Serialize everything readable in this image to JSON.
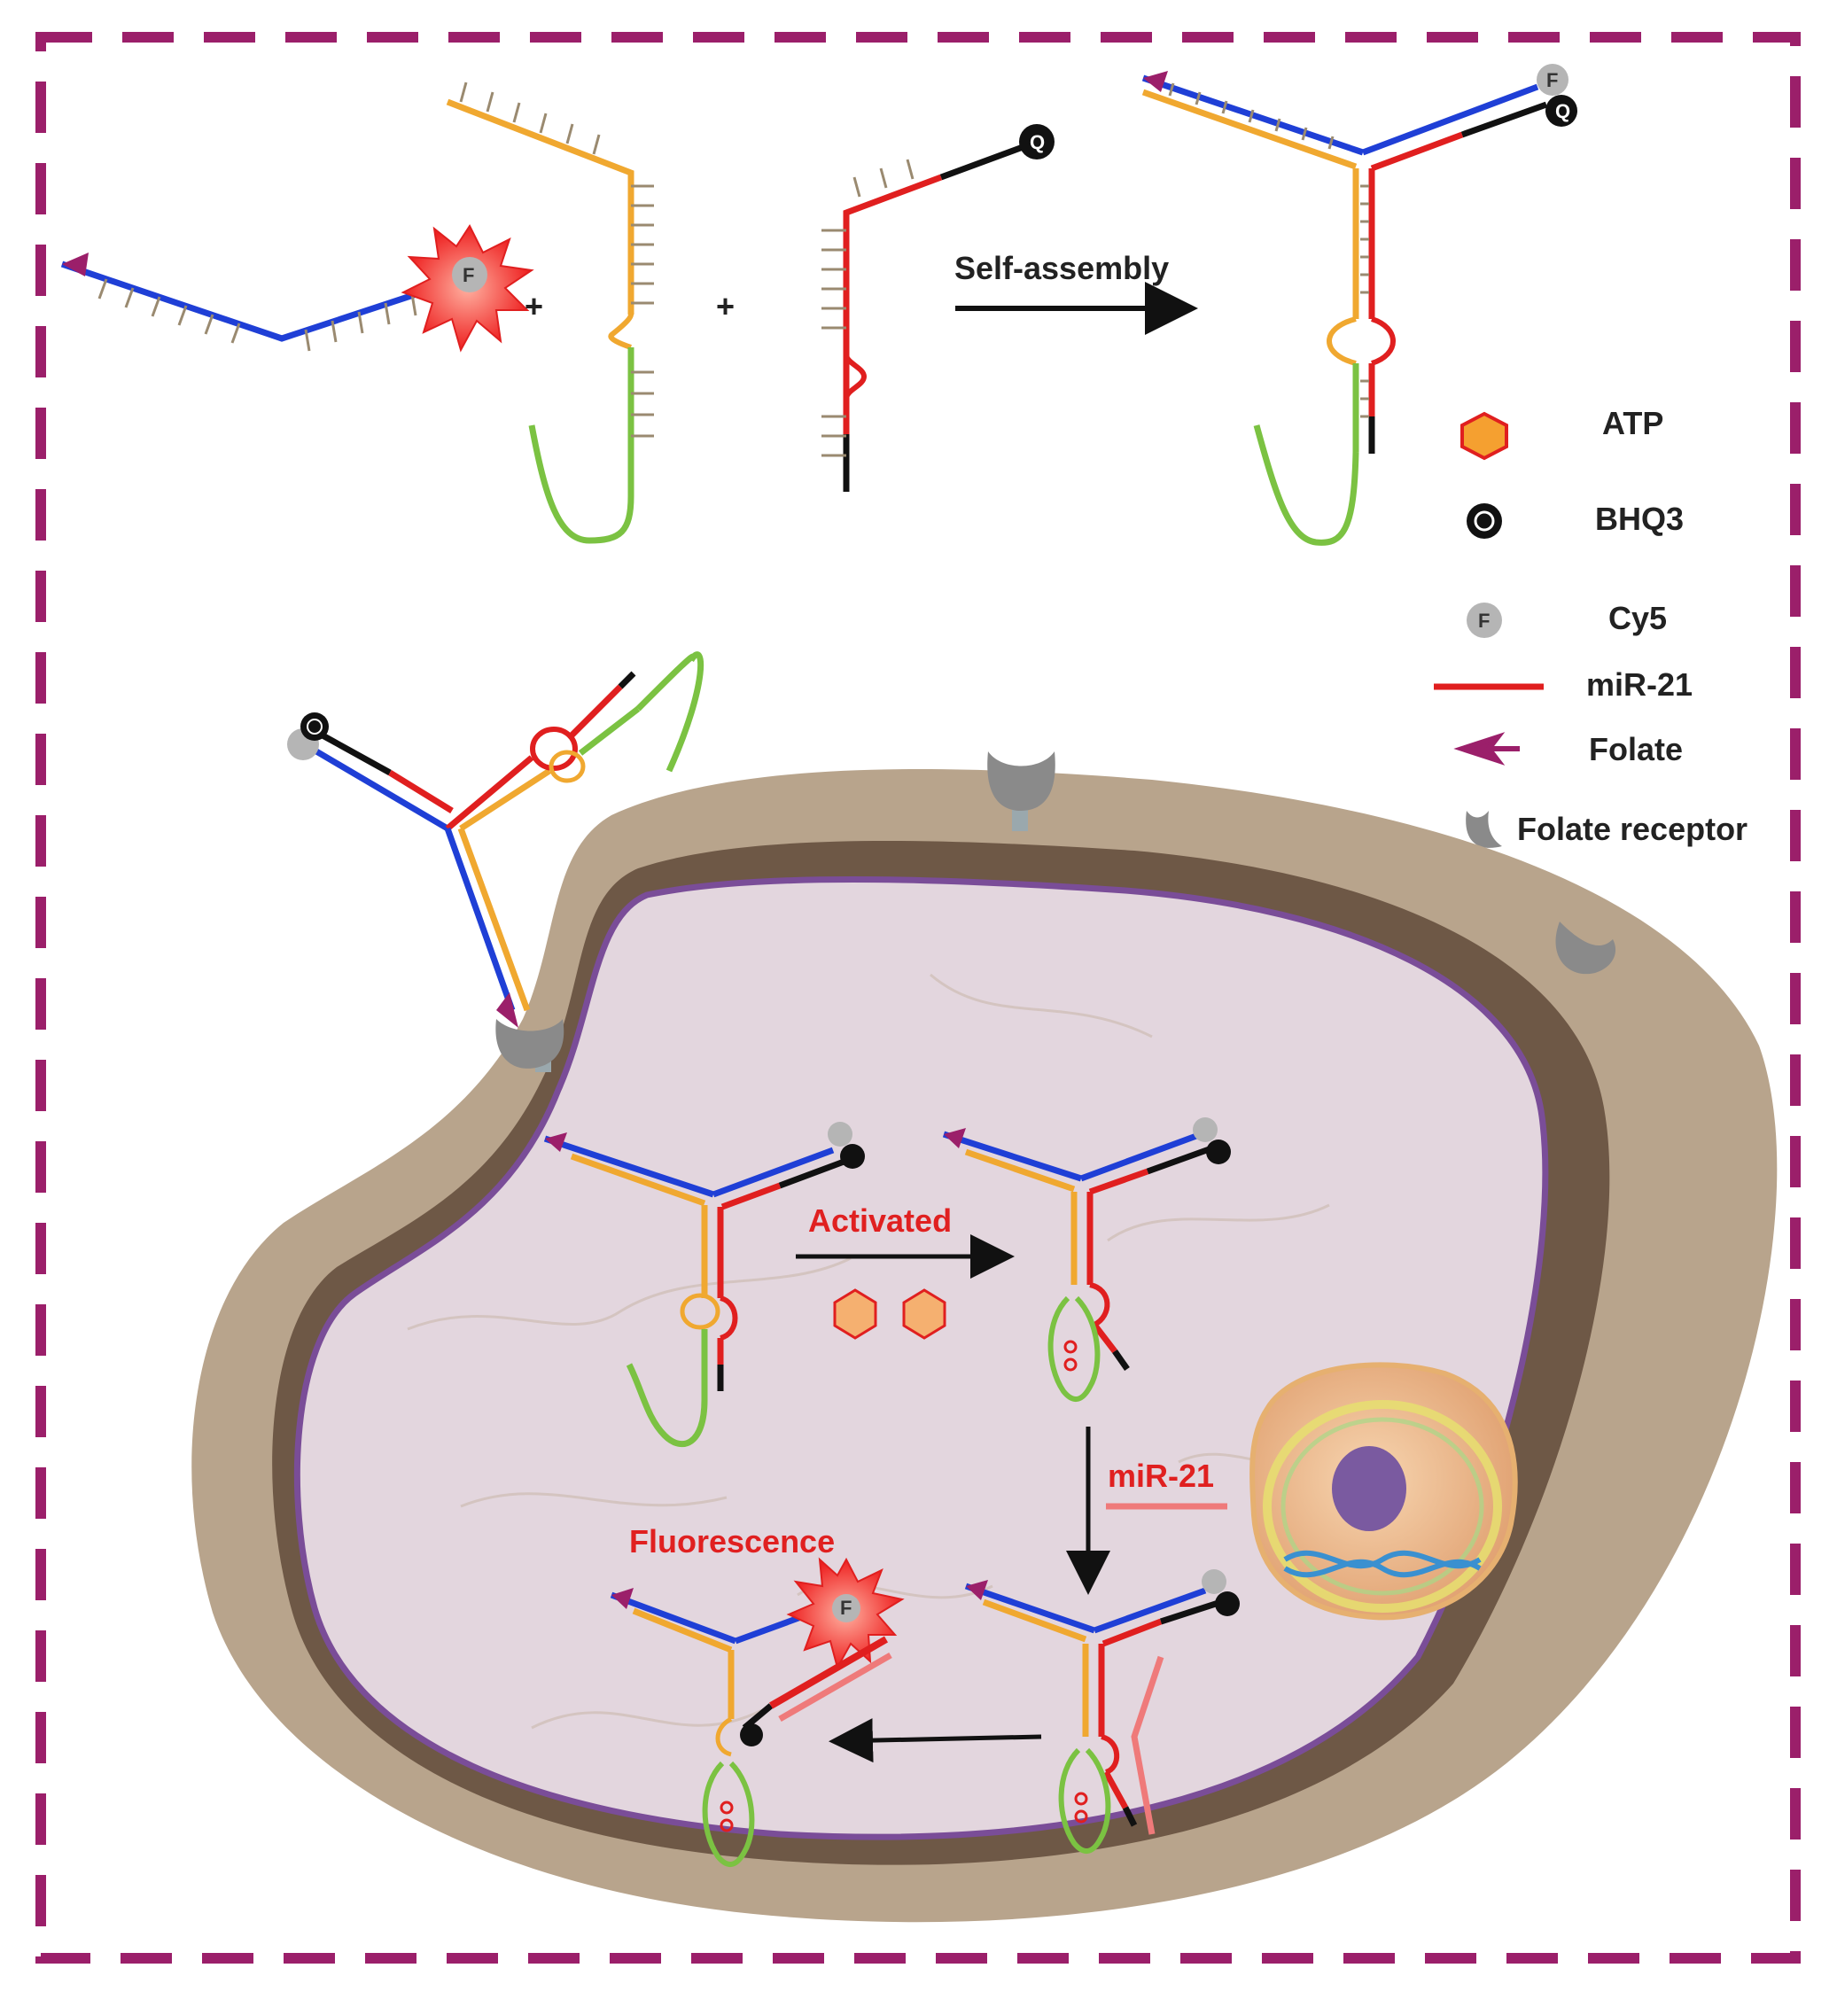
{
  "colors": {
    "frame": "#9b1f6a",
    "folate_strand": "#1f3fd6",
    "mir21_strand": "#e01f1f",
    "atp_strand": "#f0a830",
    "loop_strand": "#7bc242",
    "quencher_tail": "#111111",
    "cell_outer": "#b8a48c",
    "cell_inner": "#e3d6de",
    "membrane": "#7a4d98"
  },
  "labels": {
    "self_assembly": "Self-assembly",
    "activated": "Activated",
    "mir21_step": "miR-21",
    "fluorescence": "Fluorescence",
    "plus": "+",
    "fluor_letter": "F",
    "quencher_letter": "Q"
  },
  "legend": {
    "items": [
      {
        "icon": "hexagon-icon",
        "label": "ATP"
      },
      {
        "icon": "quencher-icon",
        "label": "BHQ3"
      },
      {
        "icon": "fluorophore-icon",
        "label": "Cy5"
      },
      {
        "icon": "red-line-icon",
        "label": "miR-21"
      },
      {
        "icon": "arrow-icon",
        "label": "Folate"
      },
      {
        "icon": "receptor-icon",
        "label": "Folate receptor"
      }
    ]
  }
}
